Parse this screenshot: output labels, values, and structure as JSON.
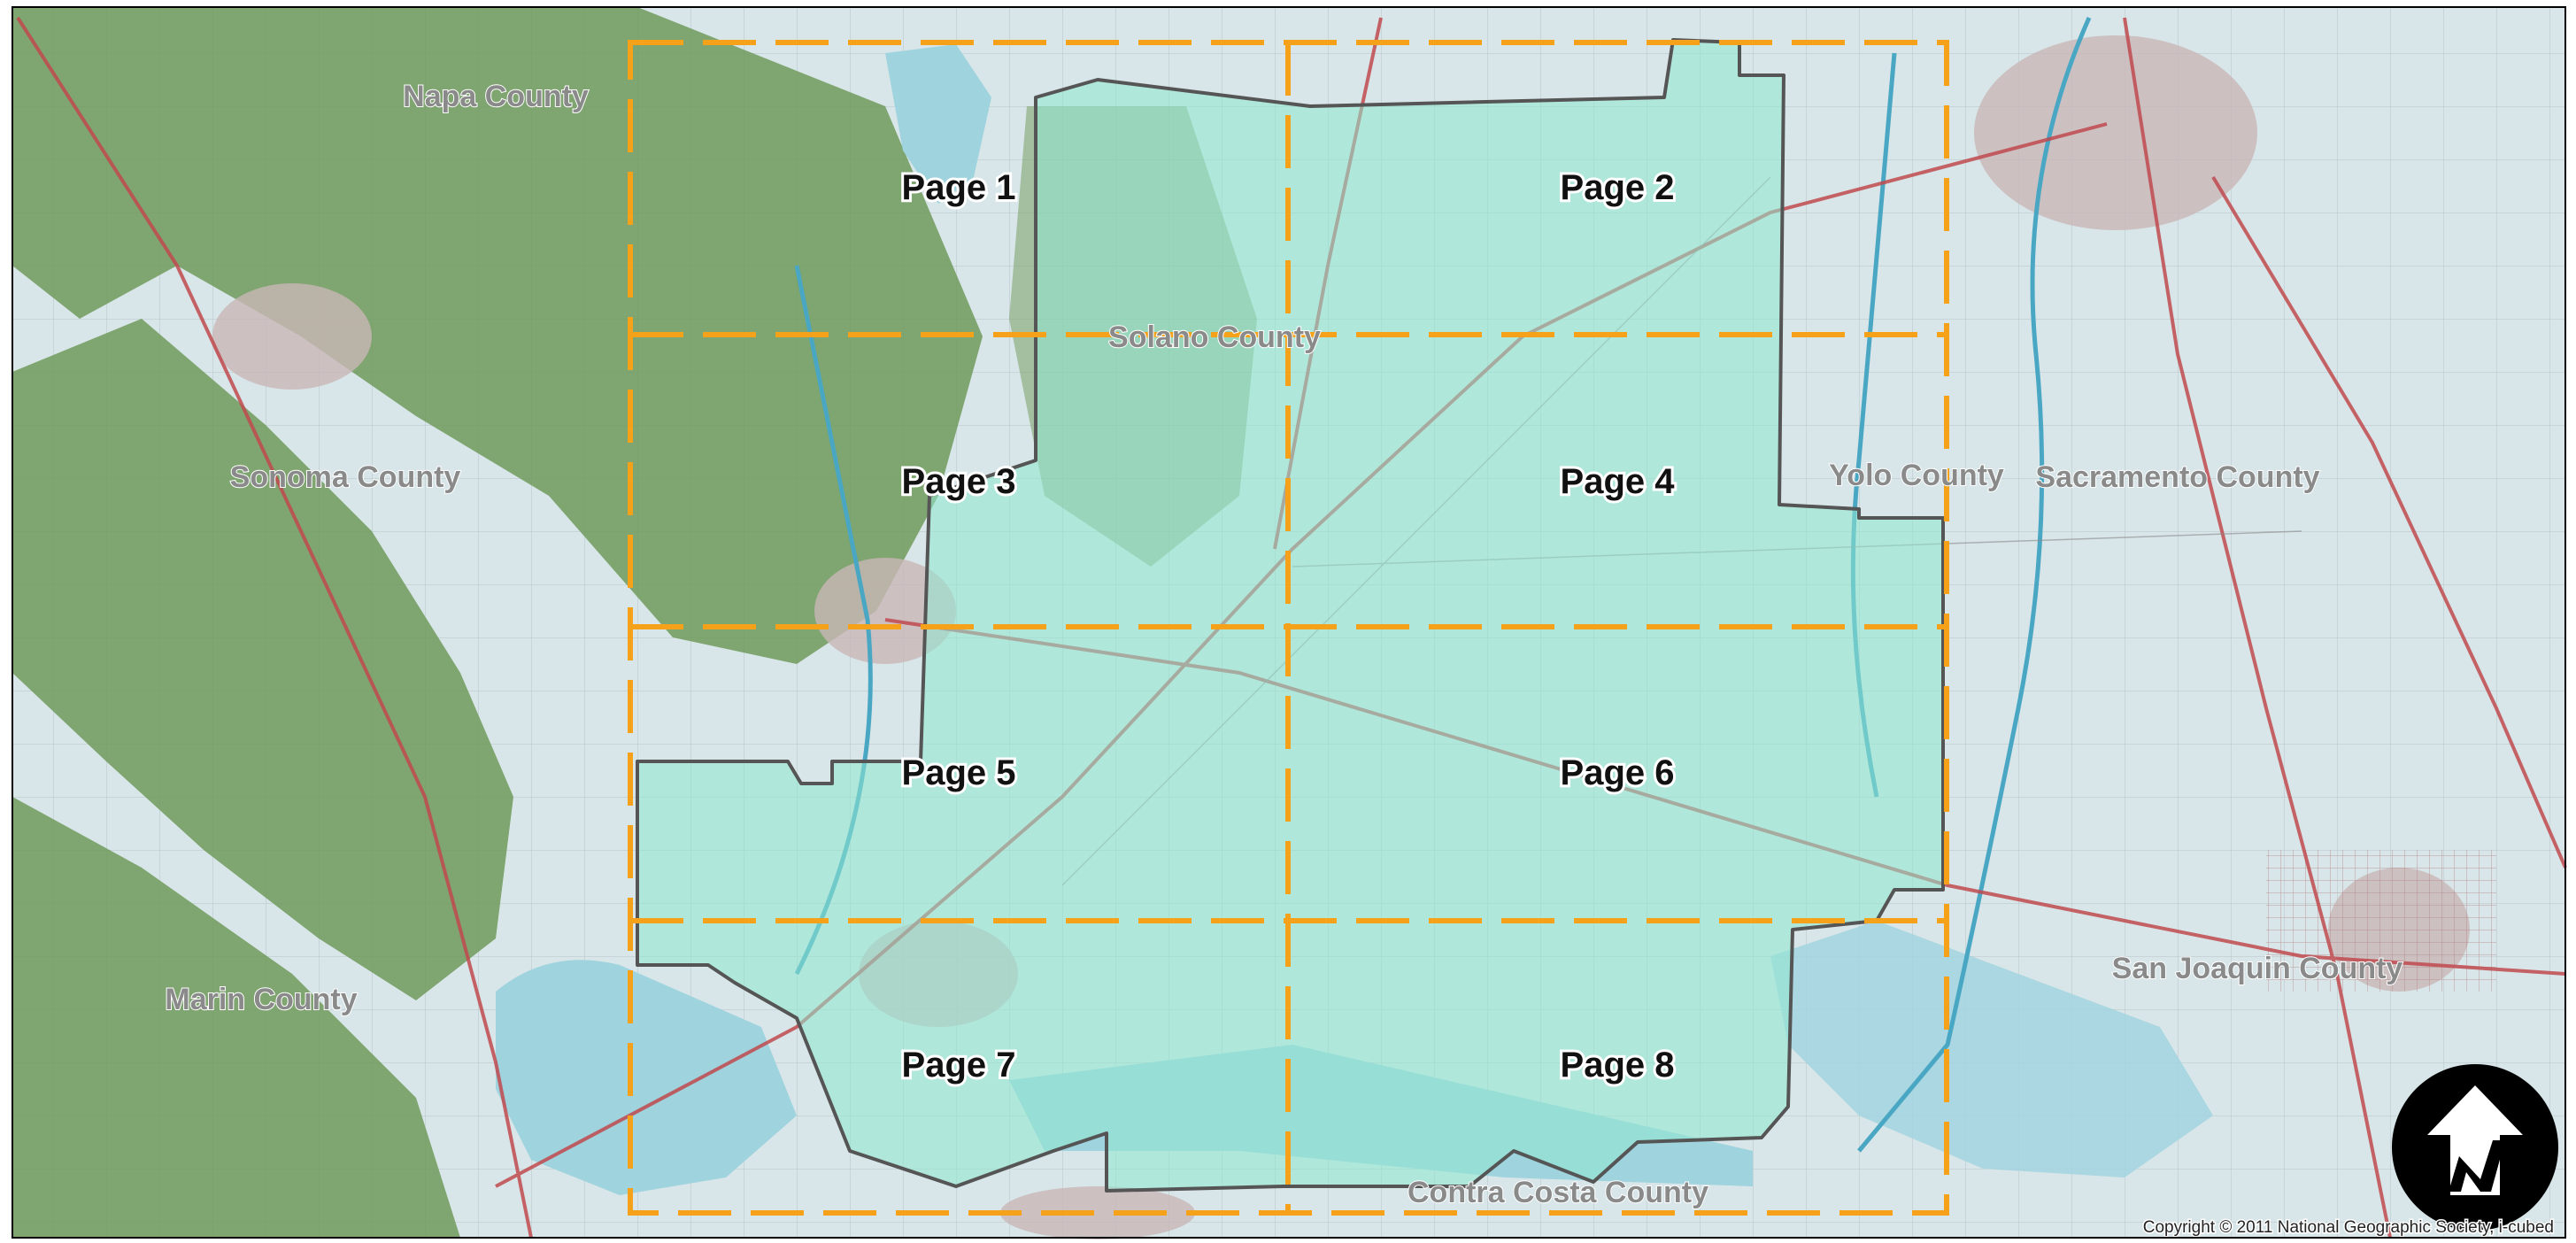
{
  "map": {
    "colors": {
      "base": "#d8e6e9",
      "hills": "#6f9a5a",
      "water": "#9fd3de",
      "urban": "#c9b6b6",
      "road": "#c0494e",
      "study_area_fill": "#8fe8cf",
      "study_area_border": "#555555",
      "grid_line": "#f5a11a",
      "frame": "#000000"
    },
    "counties": [
      {
        "name": "Napa County"
      },
      {
        "name": "Sonoma County"
      },
      {
        "name": "Solano County"
      },
      {
        "name": "Yolo County"
      },
      {
        "name": "Sacramento County"
      },
      {
        "name": "Marin County"
      },
      {
        "name": "San Joaquin County"
      },
      {
        "name": "Contra Costa County"
      }
    ],
    "pages": [
      "Page 1",
      "Page 2",
      "Page 3",
      "Page 4",
      "Page 5",
      "Page 6",
      "Page 7",
      "Page 8"
    ],
    "copyright": "Copyright © 2011 National Geographic Society, i-cubed",
    "north_arrow_icon": "north-arrow-icon"
  }
}
